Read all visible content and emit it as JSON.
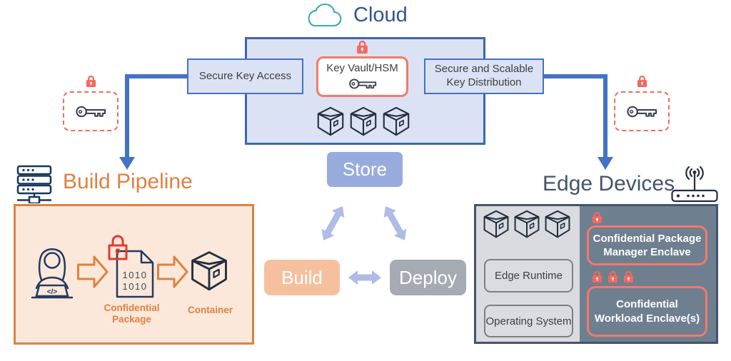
{
  "cloud": {
    "label": "Cloud"
  },
  "key_management": {
    "secure_key_access": "Secure Key Access",
    "key_vault_hsm": "Key Vault/HSM",
    "key_distribution": "Secure and Scalable Key Distribution"
  },
  "lifecycle": {
    "store": "Store",
    "build": "Build",
    "deploy": "Deploy"
  },
  "build_pipeline": {
    "title": "Build Pipeline",
    "code_symbol": "</>",
    "binary_line1": "1010",
    "binary_line2": "1010",
    "confidential_package_label": "Confidential Package",
    "container_label": "Container"
  },
  "edge_devices": {
    "title": "Edge Devices",
    "edge_runtime": "Edge Runtime",
    "operating_system": "Operating System",
    "package_manager_enclave": "Confidential Package Manager Enclave",
    "workload_enclave": "Confidential Workload Enclave(s)"
  },
  "colors": {
    "accent_blue": "#4472c4",
    "light_blue_fill": "#dae2f3",
    "cloud_teal": "#2aa8b5",
    "blue_text": "#2f5496",
    "salmon_border": "#f4796b",
    "red_lock": "#f4685e",
    "orange_accent": "#e0813f",
    "peach_fill": "#fbe8da",
    "store_fill": "#97acdc",
    "build_fill": "#f6c09e",
    "deploy_fill": "#a6aab3",
    "cycle_arrow": "#aebce6",
    "slate_title": "#44546a",
    "edge_left_panel": "#d9dbe0",
    "edge_right_panel": "#6e7f90"
  }
}
